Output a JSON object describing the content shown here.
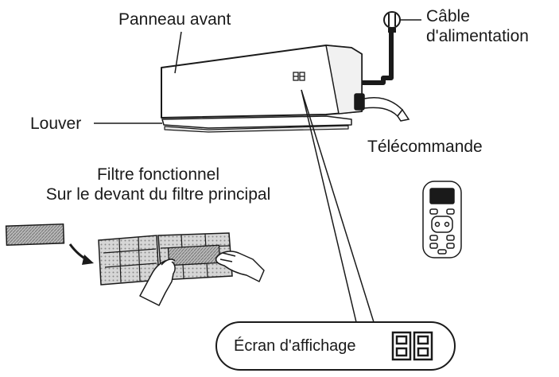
{
  "labels": {
    "front_panel": "Panneau avant",
    "power_cable_line1": "Câble",
    "power_cable_line2": "d'alimentation",
    "louver": "Louver",
    "remote": "Télécommande",
    "functional_filter_line1": "Filtre fonctionnel",
    "functional_filter_line2": "Sur le devant du filtre principal",
    "display_screen": "Écran d'affichage"
  },
  "display_readout": "88"
}
